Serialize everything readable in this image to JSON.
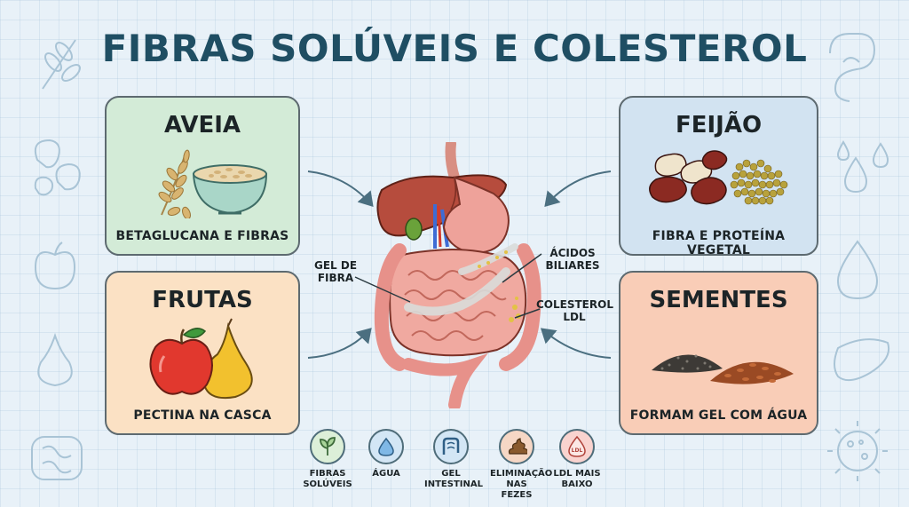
{
  "title": "FIBRAS SOLÚVEIS E COLESTEROL",
  "cards": {
    "aveia": {
      "title": "AVEIA",
      "caption": "BETAGLUCANA E FIBRAS"
    },
    "frutas": {
      "title": "FRUTAS",
      "caption": "PECTINA NA CASCA"
    },
    "feijao": {
      "title": "FEIJÃO",
      "caption": "FIBRA E PROTEÍNA VEGETAL"
    },
    "sementes": {
      "title": "SEMENTES",
      "caption": "FORMAM GEL COM ÁGUA"
    }
  },
  "diagram_labels": {
    "gel_line1": "GEL DE",
    "gel_line2": "FIBRA",
    "acidos_line1": "ÁCIDOS",
    "acidos_line2": "BILIARES",
    "colesterol_line1": "COLESTEROL",
    "colesterol_line2": "LDL"
  },
  "legend": [
    {
      "line1": "FIBRAS",
      "line2": "SOLÚVEIS",
      "icon": "leaf-icon",
      "color": "#dcefd8"
    },
    {
      "line1": "ÁGUA",
      "line2": "",
      "icon": "water-drop-icon",
      "color": "#d3e6f5"
    },
    {
      "line1": "GEL",
      "line2": "INTESTINAL",
      "icon": "intestine-icon",
      "color": "#d3e6f5"
    },
    {
      "line1": "ELIMINAÇÃO",
      "line2": "NAS FEZES",
      "icon": "stool-icon",
      "color": "#f6d7c5"
    },
    {
      "line1": "LDL MAIS",
      "line2": "BAIXO",
      "icon": "ldl-drop-icon",
      "color": "#f9d3cf"
    }
  ],
  "colors": {
    "title": "#1f4e63",
    "aveia": "#d3ebd7",
    "frutas": "#fbe1c4",
    "feijao": "#d2e3f1",
    "sementes": "#f9cdb7"
  }
}
